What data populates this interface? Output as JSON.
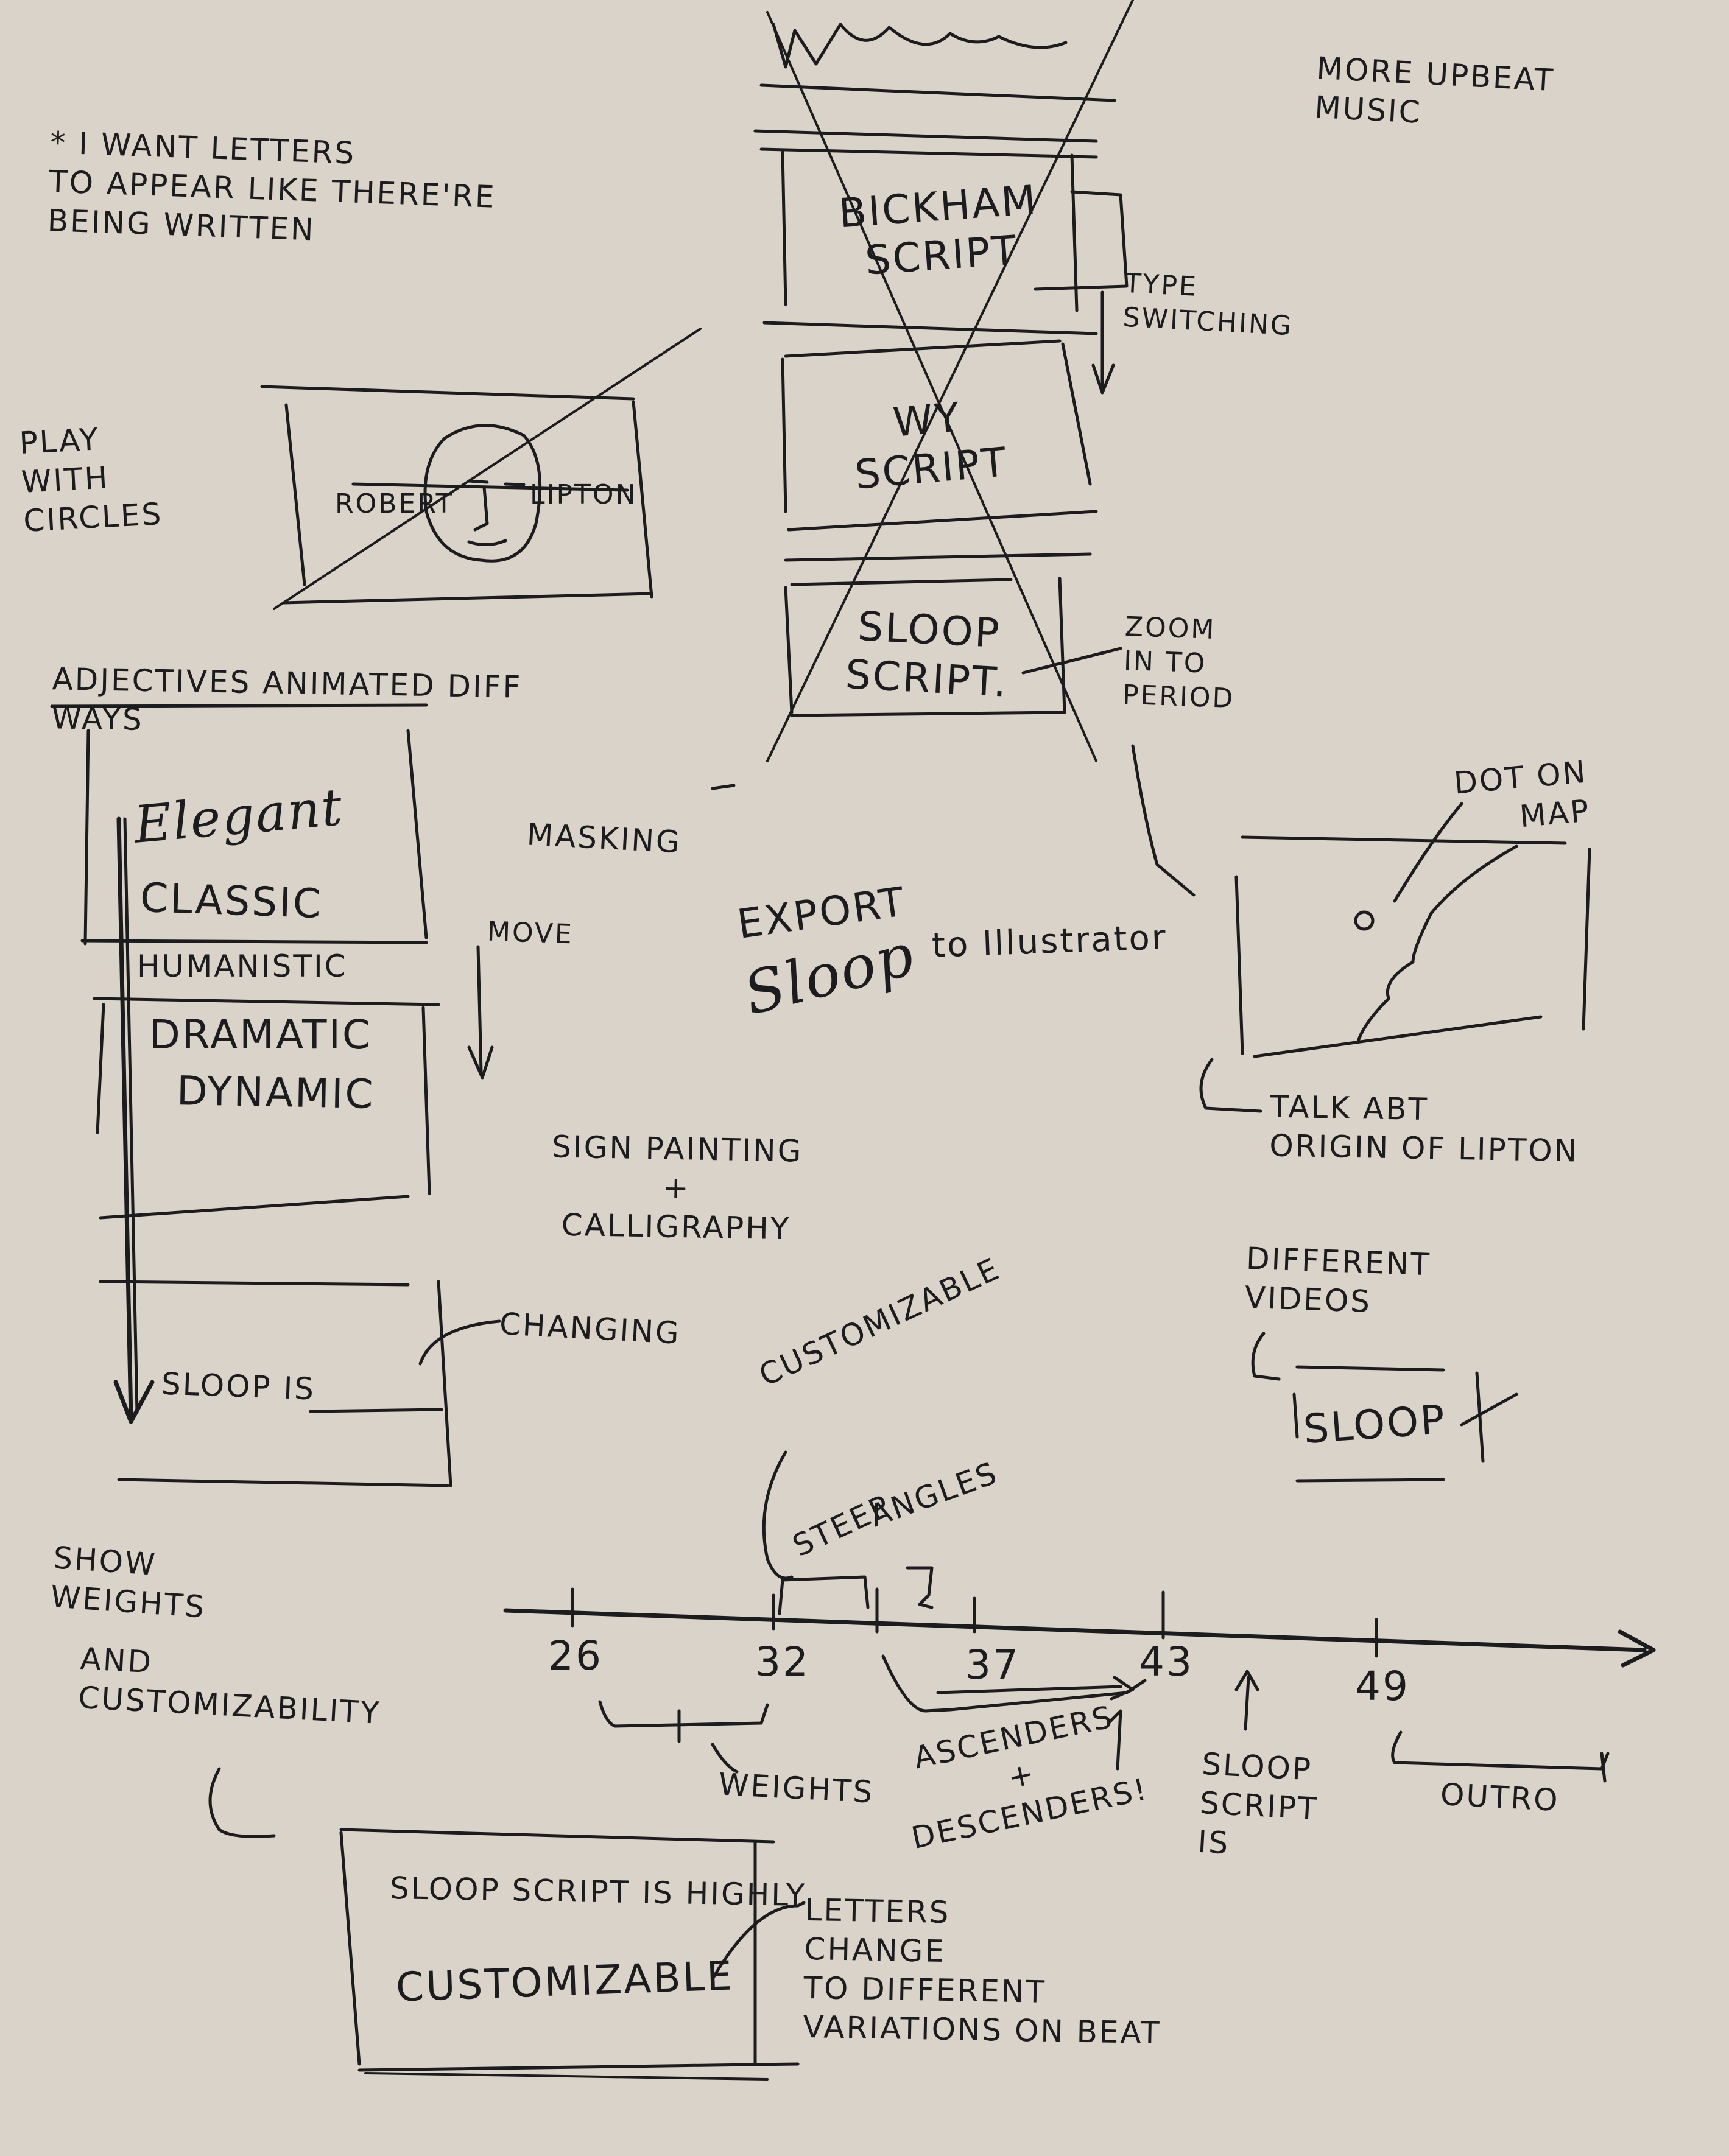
{
  "notes": {
    "letters_written": "* I want letters\nto appear like there're\nbeing written",
    "more_upbeat": "More upbeat\nmusic",
    "play_circles": "Play\nwith\ncircles",
    "robert": "Robert",
    "lipton": "Lipton",
    "bickham": "Bickham\nScript",
    "type_switching": "Type\nswitching",
    "wy_script": "Wy\nScript",
    "sloop_script_frame": "Sloop\nScript.",
    "zoom_period": "Zoom\nin to\nperiod",
    "adjectives": "Adjectives animated diff\nways",
    "masking": "Masking",
    "move": "Move",
    "export_word": "Export",
    "sloop_word": "Sloop",
    "to_illustrator": "to Illustrator",
    "dot_map": "Dot on\nmap",
    "talk_origin": "Talk abt\norigin of Lipton",
    "sign_painting": "Sign painting\n+\nCalligraphy",
    "changing": "Changing",
    "sloop_is": "Sloop is",
    "different_videos": "Different\nvideos",
    "sloop_box": "Sloop",
    "customizable": "Customizable",
    "steep": "Steep",
    "angles": "Angles",
    "show_weights": "Show\nweights",
    "and_custom": "And\ncustomizability",
    "weights_label": "Weights",
    "ascenders": "Ascenders\n+\nDescenders!",
    "sloop_script_is": "Sloop\nScript\nis",
    "outro": "Outro",
    "highly": "Sloop Script is highly",
    "customizable_box": "Customizable",
    "letters_change": "Letters\nchange\nto different\nvariations on beat"
  },
  "adjectives_list": {
    "elegant": "Elegant",
    "classic": "Classic",
    "humanistic": "Humanistic",
    "dramatic": "Dramatic",
    "dynamic": "Dynamic"
  },
  "timeline": {
    "ticks": [
      "26",
      "32",
      "37",
      "43",
      "49"
    ]
  }
}
